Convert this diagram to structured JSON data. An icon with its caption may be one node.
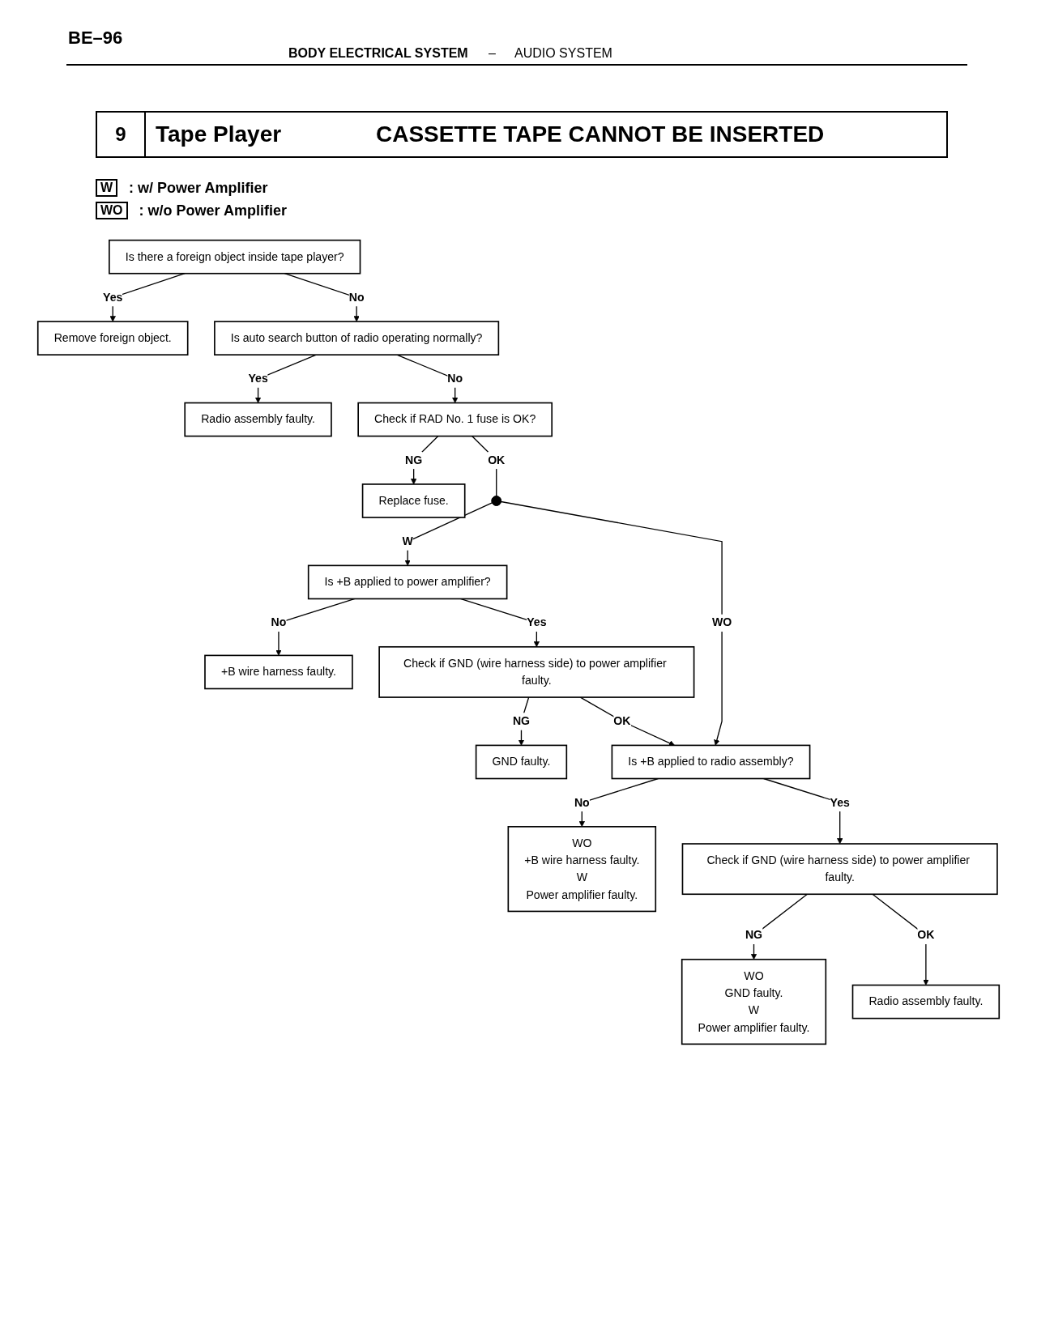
{
  "diagram": {
    "title": "CASSETTE TAPE CANNOT BE INSERTED",
    "nodes": [
      {
        "text": [
          "Is there a foreign object inside tape player?"
        ]
      },
      {
        "text": [
          "Remove foreign object."
        ]
      },
      {
        "text": [
          "Is auto search button of radio operating normally?"
        ]
      },
      {
        "text": [
          "Radio assembly faulty."
        ]
      },
      {
        "text": [
          "Check if RAD No. 1 fuse is OK?"
        ]
      },
      {
        "text": [
          "Replace fuse."
        ]
      },
      {
        "text": [],
        "shape": "circle"
      },
      {
        "text": [
          "Is +B applied to power amplifier?"
        ]
      },
      {
        "text": [
          "+B wire harness faulty."
        ]
      },
      {
        "text": [
          "Check if GND (wire harness side) to power amplifier faulty."
        ]
      },
      {
        "text": [
          "GND faulty."
        ]
      },
      {
        "text": [
          "Is +B applied to radio assembly?"
        ]
      },
      {
        "text": [
          "WO",
          "+B wire harness faulty.",
          "W",
          "Power amplifier faulty."
        ]
      },
      {
        "text": [
          "Check if GND (wire harness side) to power amplifier faulty."
        ]
      },
      {
        "text": [
          "WO",
          "GND faulty.",
          "W",
          "Power amplifier faulty."
        ]
      },
      {
        "text": [
          "Radio assembly faulty."
        ]
      }
    ],
    "edges": [
      {
        "from": 0,
        "to": 1,
        "arrow": "to",
        "label": "Yes"
      },
      {
        "from": 0,
        "to": 2,
        "arrow": "to",
        "label": "No"
      },
      {
        "from": 2,
        "to": 3,
        "arrow": "to",
        "label": "Yes"
      },
      {
        "from": 2,
        "to": 4,
        "arrow": "to",
        "label": "No"
      },
      {
        "from": 4,
        "to": 5,
        "arrow": "to",
        "label": "NG"
      },
      {
        "from": 4,
        "to": 6,
        "arrow": "none",
        "label": "OK"
      },
      {
        "from": 6,
        "to": 7,
        "arrow": "to",
        "label": "W"
      },
      {
        "from": 6,
        "to": 11,
        "arrow": "to",
        "label": "WO"
      },
      {
        "from": 7,
        "to": 8,
        "arrow": "to",
        "label": "No"
      },
      {
        "from": 7,
        "to": 9,
        "arrow": "to",
        "label": "Yes"
      },
      {
        "from": 9,
        "to": 10,
        "arrow": "to",
        "label": "NG"
      },
      {
        "from": 9,
        "to": 11,
        "arrow": "to",
        "label": "OK"
      },
      {
        "from": 11,
        "to": 12,
        "arrow": "to",
        "label": "No"
      },
      {
        "from": 11,
        "to": 13,
        "arrow": "to",
        "label": "Yes"
      },
      {
        "from": 13,
        "to": 14,
        "arrow": "to",
        "label": "NG"
      },
      {
        "from": 13,
        "to": 15,
        "arrow": "to",
        "label": "OK"
      }
    ],
    "labels": [
      "BE–96",
      "BODY ELECTRICAL SYSTEM",
      "–",
      "AUDIO SYSTEM",
      "9",
      "Tape Player"
    ],
    "legend": [
      {
        "text": "W : w/ Power Amplifier"
      },
      {
        "text": "WO : w/o Power Amplifier"
      }
    ]
  }
}
